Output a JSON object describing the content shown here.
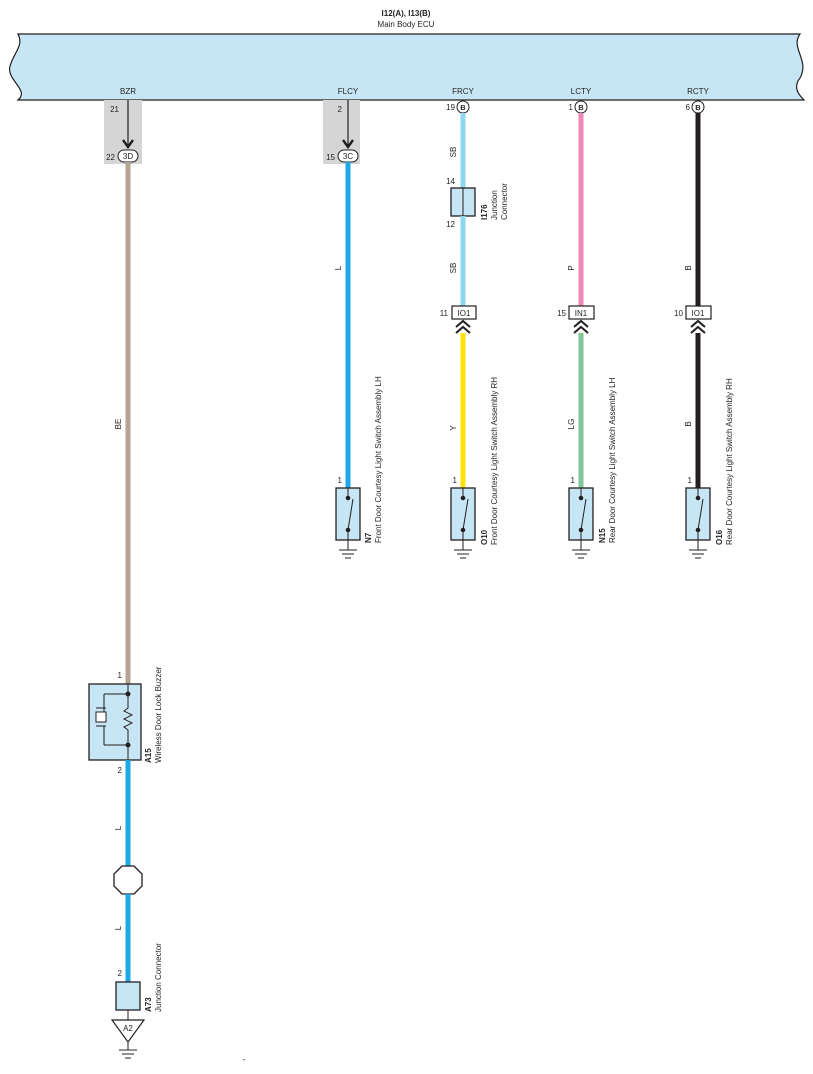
{
  "ecu": {
    "codes": "I12(A), I13(B)",
    "name": "Main Body ECU"
  },
  "pins": {
    "bzr": {
      "name": "BZR",
      "ecu_pin": "21",
      "conn_pin": "22",
      "conn_code": "3D"
    },
    "flcy": {
      "name": "FLCY",
      "ecu_pin": "2",
      "conn_pin": "15",
      "conn_code": "3C"
    },
    "frcy": {
      "name": "FRCY",
      "ecu_pin": "19",
      "conn_code": "B"
    },
    "lcty": {
      "name": "LCTY",
      "ecu_pin": "1",
      "conn_code": "B"
    },
    "rcty": {
      "name": "RCTY",
      "ecu_pin": "6",
      "conn_code": "B"
    }
  },
  "wires": {
    "bzr_top": "BE",
    "bzr_mid": "L",
    "bzr_low": "L",
    "flcy": "L",
    "frcy_top": "SB",
    "frcy_mid": "SB",
    "frcy_low": "Y",
    "lcty_top": "P",
    "lcty_low": "LG",
    "rcty_top": "B",
    "rcty_low": "B"
  },
  "colors": {
    "ecu_fill": "#c7e6f5",
    "BE": "#b4a493",
    "L": "#1ea9e6",
    "SB": "#8fd6f1",
    "Y": "#ffe200",
    "P": "#ef87b6",
    "LG": "#7fc796",
    "B": "#231f20",
    "component_fill": "#c7e6f5",
    "splice_fill": "#d5d5d5"
  },
  "junction_i176": {
    "code": "I176",
    "name1": "Junction",
    "name2": "Connector",
    "pin_top": "14",
    "pin_bottom": "12"
  },
  "inline": {
    "frcy": {
      "pin": "11",
      "code": "IO1"
    },
    "lcty": {
      "pin": "15",
      "code": "IN1"
    },
    "rcty": {
      "pin": "10",
      "code": "IO1"
    }
  },
  "components": {
    "n7": {
      "code": "N7",
      "name": "Front Door Courtesy Light Switch Assembly LH",
      "pin": "1"
    },
    "o10": {
      "code": "O10",
      "name": "Front Door Courtesy Light Switch Assembly RH",
      "pin": "1"
    },
    "n15": {
      "code": "N15",
      "name": "Rear Door Courtesy Light Switch Assembly LH",
      "pin": "1"
    },
    "o16": {
      "code": "O16",
      "name": "Rear Door Courtesy Light Switch Assembly RH",
      "pin": "1"
    },
    "a15": {
      "code": "A15",
      "name": "Wireless Door Lock Buzzer",
      "pin_top": "1",
      "pin_bottom": "2"
    },
    "a73": {
      "code": "A73",
      "name": "Junction Connector",
      "pin": "2"
    }
  },
  "ground_a2": {
    "code": "A2"
  },
  "footer_mark": "-"
}
